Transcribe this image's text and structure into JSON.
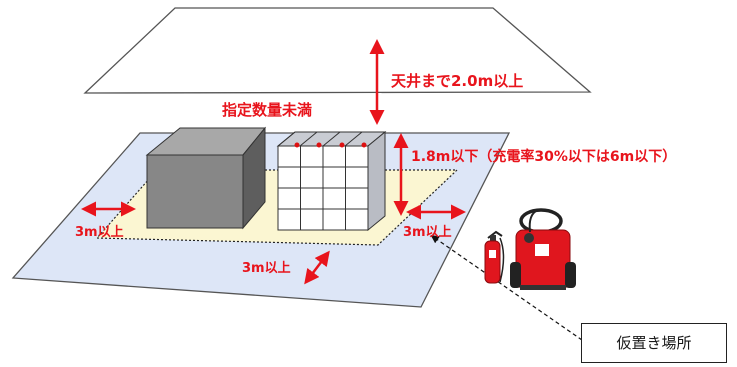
{
  "labels": {
    "ceiling_clearance": "天井まで2.0m以上",
    "below_designated_quantity": "指定数量未満",
    "stack_height": "1.8m以下（充電率30%以下は6m以下）",
    "clearance_left": "3m以上",
    "clearance_right": "3m以上",
    "clearance_front": "3m以上",
    "temporary_storage": "仮置き場所"
  },
  "colors": {
    "label_red": "#e8141c",
    "ceiling_fill": "#ffffff",
    "floor_fill": "#dde6f7",
    "storage_zone_fill": "#fbf6d2",
    "machine_gray": "#888888",
    "extinguisher_red": "#e0161e"
  },
  "icons": [
    "fire-extinguisher-icon",
    "wheeled-fire-extinguisher-icon"
  ]
}
